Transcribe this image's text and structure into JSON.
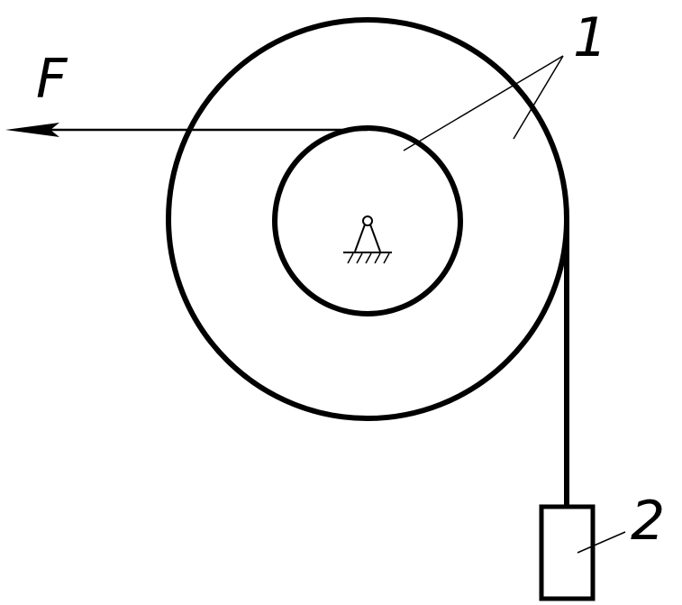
{
  "labels": {
    "force": "F",
    "part_1": "1",
    "part_2": "2"
  },
  "colors": {
    "stroke": "#000000",
    "background": "#ffffff"
  }
}
